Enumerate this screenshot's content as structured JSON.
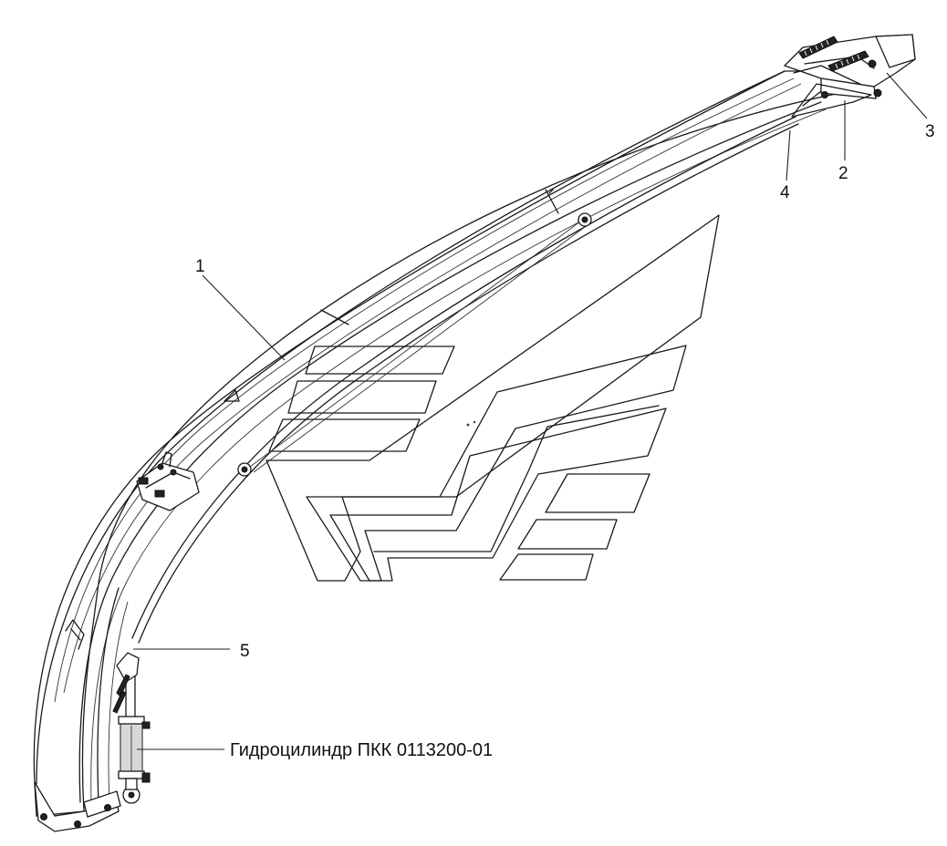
{
  "diagram": {
    "callouts": [
      {
        "id": "1",
        "label": "1"
      },
      {
        "id": "2",
        "label": "2"
      },
      {
        "id": "3",
        "label": "3"
      },
      {
        "id": "4",
        "label": "4"
      },
      {
        "id": "5",
        "label": "5"
      }
    ],
    "caption": "Гидроцилиндр ПКК 0113200-01",
    "colors": {
      "line": "#1a1a1a",
      "background": "#ffffff"
    }
  }
}
